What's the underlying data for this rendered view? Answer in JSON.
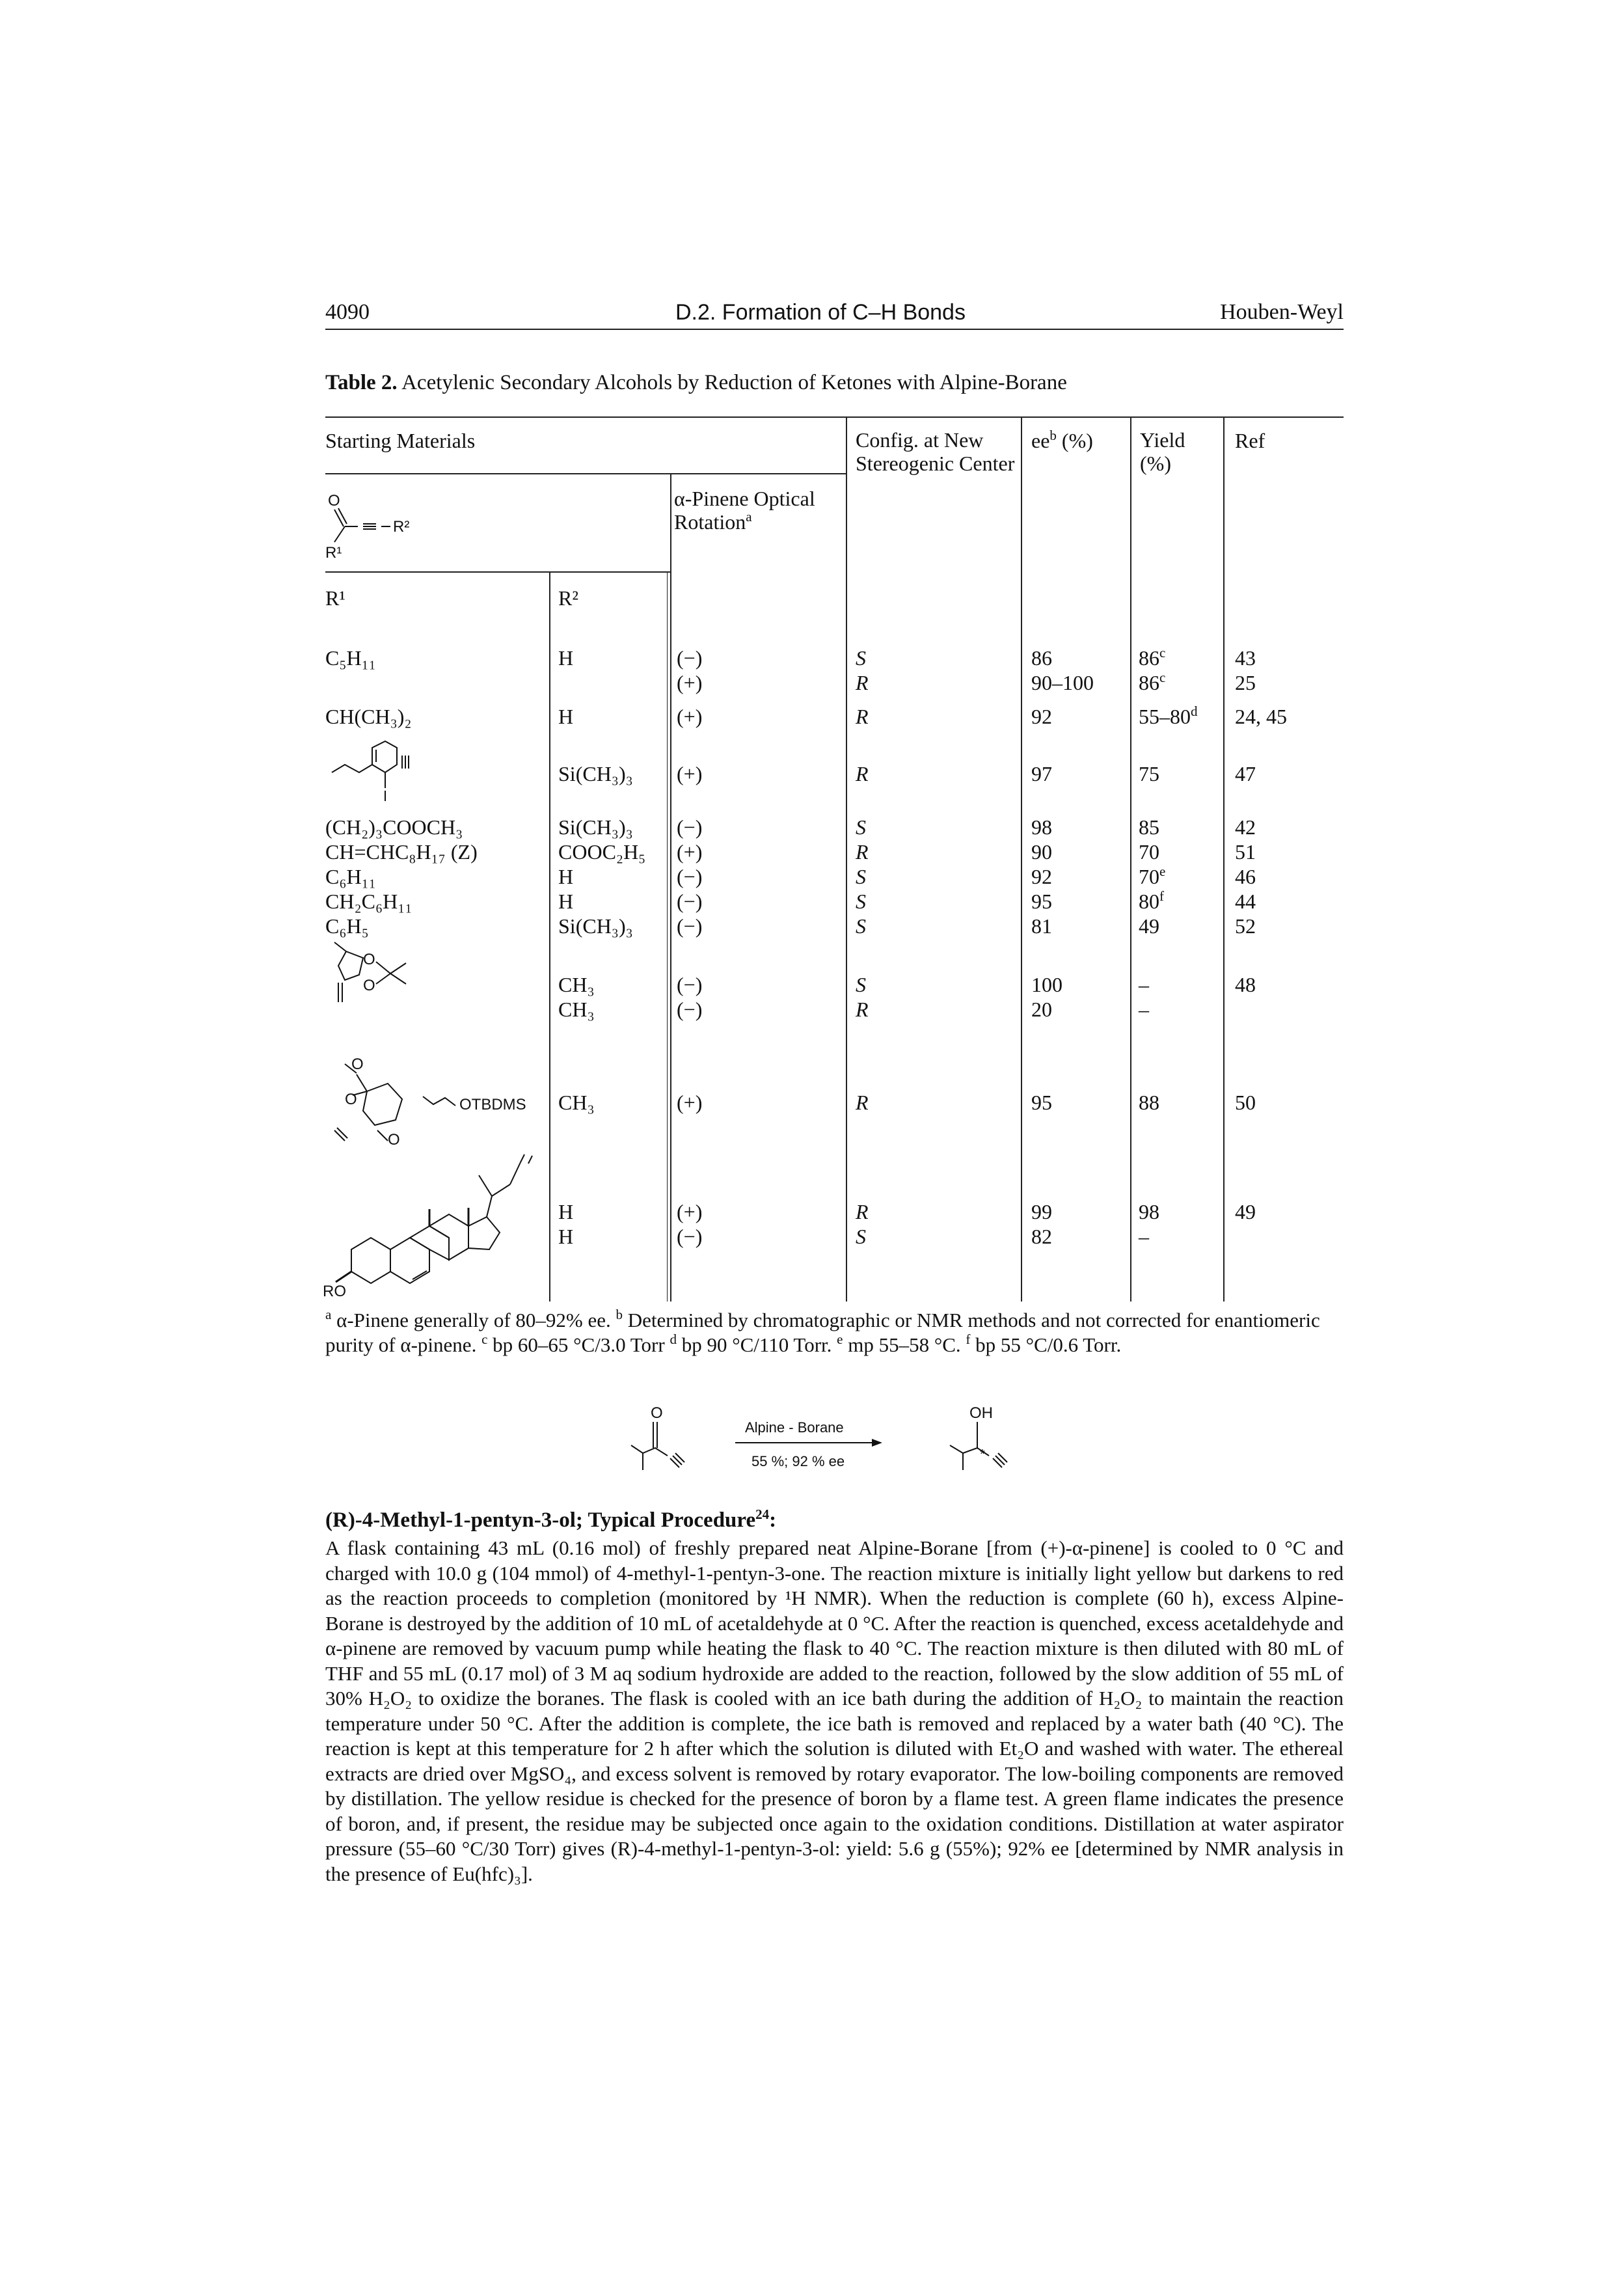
{
  "header": {
    "page_number": "4090",
    "section": "D.2. Formation of C–H Bonds",
    "series": "Houben-Weyl"
  },
  "caption": {
    "label": "Table 2.",
    "text": "Acetylenic Secondary Alcohols by Reduction of Ketones with Alpine-Borane"
  },
  "table": {
    "col_starting": "Starting Materials",
    "col_pinene": "α-Pinene Optical Rotation",
    "col_pinene_mark": "a",
    "col_config": "Config. at New Stereogenic Center",
    "col_ee": "ee",
    "col_ee_mark": "b",
    "col_ee_unit": " (%)",
    "col_yield": "Yield (%)",
    "col_ref": "Ref",
    "sub_r1": "R¹",
    "sub_r2": "R²",
    "ketone_o": "O",
    "ketone_r1": "R¹",
    "ketone_r2": "R²",
    "rows": [
      {
        "r1": "C₅H₁₁",
        "r2": "H",
        "rot": "(−)",
        "cfg": "S",
        "ee": "86",
        "yield": "86",
        "ym": "c",
        "ref": "43"
      },
      {
        "r1": "",
        "r2": "",
        "rot": "(+)",
        "cfg": "R",
        "ee": "90–100",
        "yield": "86",
        "ym": "c",
        "ref": "25"
      },
      {
        "r1": "CH(CH₃)₂",
        "r2": "H",
        "rot": "(+)",
        "cfg": "R",
        "ee": "92",
        "yield": "55–80",
        "ym": "d",
        "ref": "24, 45"
      },
      {
        "r1": "",
        "r2": "Si(CH₃)₃",
        "rot": "(+)",
        "cfg": "R",
        "ee": "97",
        "yield": "75",
        "ym": "",
        "ref": "47"
      },
      {
        "r1": "(CH₂)₃COOCH₃",
        "r2": "Si(CH₃)₃",
        "rot": "(−)",
        "cfg": "S",
        "ee": "98",
        "yield": "85",
        "ym": "",
        "ref": "42"
      },
      {
        "r1": "CH=CHC₈H₁₇ (Z)",
        "r2": "COOC₂H₅",
        "rot": "(+)",
        "cfg": "R",
        "ee": "90",
        "yield": "70",
        "ym": "",
        "ref": "51"
      },
      {
        "r1": "C₆H₁₁",
        "r2": "H",
        "rot": "(−)",
        "cfg": "S",
        "ee": "92",
        "yield": "70",
        "ym": "e",
        "ref": "46"
      },
      {
        "r1": "CH₂C₆H₁₁",
        "r2": "H",
        "rot": "(−)",
        "cfg": "S",
        "ee": "95",
        "yield": "80",
        "ym": "f",
        "ref": "44"
      },
      {
        "r1": "C₆H₅",
        "r2": "Si(CH₃)₃",
        "rot": "(−)",
        "cfg": "S",
        "ee": "81",
        "yield": "49",
        "ym": "",
        "ref": "52"
      },
      {
        "r1": "",
        "r2": "CH₃",
        "rot": "(−)",
        "cfg": "S",
        "ee": "100",
        "yield": "–",
        "ym": "",
        "ref": "48"
      },
      {
        "r1": "",
        "r2": "CH₃",
        "rot": "(−)",
        "cfg": "R",
        "ee": "20",
        "yield": "–",
        "ym": "",
        "ref": ""
      },
      {
        "r1": "",
        "r2": "CH₃",
        "rot": "(+)",
        "cfg": "R",
        "ee": "95",
        "yield": "88",
        "ym": "",
        "ref": "50"
      },
      {
        "r1": "",
        "r2": "H",
        "rot": "(+)",
        "cfg": "R",
        "ee": "99",
        "yield": "98",
        "ym": "",
        "ref": "49"
      },
      {
        "r1": "",
        "r2": "H",
        "rot": "(−)",
        "cfg": "S",
        "ee": "82",
        "yield": "–",
        "ym": "",
        "ref": ""
      }
    ],
    "struct_otbdms": "OTBDMS",
    "struct_o": "O",
    "struct_ro": "RO"
  },
  "footnotes": {
    "a_mark": "a",
    "a": "α-Pinene generally of 80–92% ee.",
    "b_mark": "b",
    "b": "Determined by chromatographic or NMR methods and not corrected for enantiomeric purity of α-pinene.",
    "c_mark": "c",
    "c": "bp 60–65 °C/3.0 Torr",
    "d_mark": "d",
    "d": "bp 90 °C/110 Torr.",
    "e_mark": "e",
    "e": "mp 55–58 °C.",
    "f_mark": "f",
    "f": "bp 55 °C/0.6 Torr."
  },
  "scheme": {
    "reactant_o": "O",
    "product_oh": "OH",
    "reagent": "Alpine - Borane",
    "conditions": "55 %; 92 % ee",
    "star": "*"
  },
  "procedure": {
    "title": "(R)-4-Methyl-1-pentyn-3-ol; Typical Procedure",
    "title_ref": "24",
    "body": "A flask containing 43 mL (0.16 mol) of freshly prepared neat Alpine-Borane [from (+)-α-pinene] is cooled to 0 °C and charged with 10.0 g (104 mmol) of 4-methyl-1-pentyn-3-one. The reaction mixture is initially light yellow but darkens to red as the reaction proceeds to completion (monitored by ¹H NMR). When the reduction is complete (60 h), excess Alpine-Borane is destroyed by the addition of 10 mL of acetaldehyde at 0 °C. After the reaction is quenched, excess acetaldehyde and α-pinene are removed by vacuum pump while heating the flask to 40 °C. The reaction mixture is then diluted with 80 mL of THF and 55 mL (0.17 mol) of 3 M aq sodium hydroxide are added to the reaction, followed by the slow addition of 55 mL of 30% H₂O₂ to oxidize the boranes. The flask is cooled with an ice bath during the addition of H₂O₂ to maintain the reaction temperature under 50 °C. After the addition is complete, the ice bath is removed and replaced by a water bath (40 °C). The reaction is kept at this temperature for 2 h after which the solution is diluted with Et₂O and washed with water. The ethereal extracts are dried over MgSO₄, and excess solvent is removed by rotary evaporator. The low-boiling components are removed by distillation. The yellow residue is checked for the presence of boron by a flame test. A green flame indicates the presence of boron, and, if present, the residue may be subjected once again to the oxidation conditions. Distillation at water aspirator pressure (55–60 °C/30 Torr) gives (R)-4-methyl-1-pentyn-3-ol: yield: 5.6 g (55%); 92% ee [determined by NMR analysis in the presence of Eu(hfc)₃]."
  }
}
